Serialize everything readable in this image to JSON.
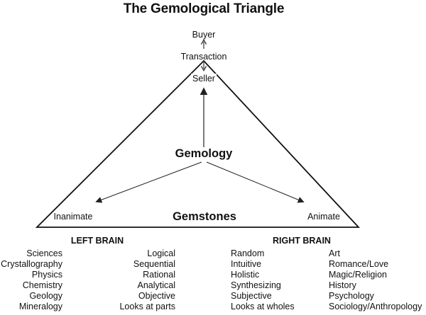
{
  "title": "The Gemological Triangle",
  "triangle": {
    "buyer": "Buyer",
    "transaction": "Transaction",
    "seller": "Seller",
    "center": "Gemology",
    "gemstones": "Gemstones",
    "inanimate": "Inanimate",
    "animate": "Animate"
  },
  "left_brain": {
    "header": "LEFT BRAIN",
    "fields": [
      "Sciences",
      "Crystallography",
      "Physics",
      "Chemistry",
      "Geology",
      "Mineralogy"
    ],
    "traits": [
      "Logical",
      "Sequential",
      "Rational",
      "Analytical",
      "Objective",
      "Looks at parts"
    ]
  },
  "right_brain": {
    "header": "RIGHT BRAIN",
    "traits": [
      "Random",
      "Intuitive",
      "Holistic",
      "Synthesizing",
      "Subjective",
      "Looks at wholes"
    ],
    "fields": [
      "Art",
      "Romance/Love",
      "Magic/Religion",
      "History",
      "Psychology",
      "Sociology/Anthropology"
    ]
  },
  "colors": {
    "ink": "#111111",
    "arrow": "#222222",
    "background": "#ffffff"
  }
}
